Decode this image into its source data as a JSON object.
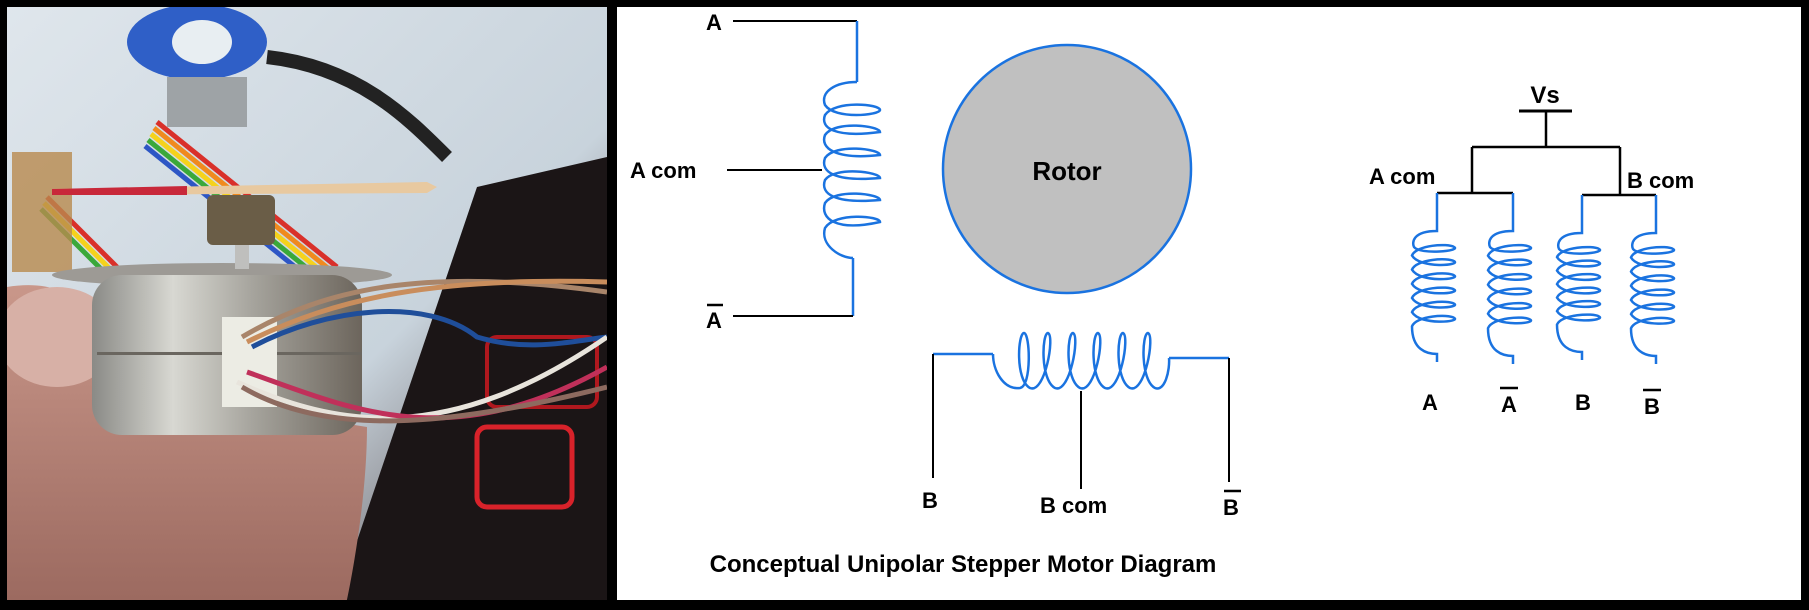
{
  "photo": {
    "description": "Hand holding a small unipolar stepper motor with gear shaft and six wires",
    "wire_colors": [
      "#a9856a",
      "#c98d5c",
      "#1f4e9a",
      "#e8e4dc",
      "#c0305a",
      "#8d6a5f"
    ]
  },
  "colors": {
    "coil": "#1a73e0",
    "wire": "#000000",
    "rotor_fill": "#c0c0c0",
    "rotor_stroke": "#1a73e0"
  },
  "diagram": {
    "coil_a": {
      "label_top": "A",
      "label_mid": "A com",
      "label_bottom": "A"
    },
    "rotor": {
      "label": "Rotor"
    },
    "coil_b": {
      "label_left": "B",
      "label_mid": "B com",
      "label_right": "B"
    },
    "schematic": {
      "supply_label": "Vs",
      "a_com_label": "A com",
      "b_com_label": "B com",
      "terminals": [
        "A",
        "A",
        "B",
        "B"
      ],
      "terminal_overbar": [
        false,
        true,
        false,
        true
      ]
    },
    "caption": "Conceptual Unipolar Stepper Motor Diagram"
  }
}
